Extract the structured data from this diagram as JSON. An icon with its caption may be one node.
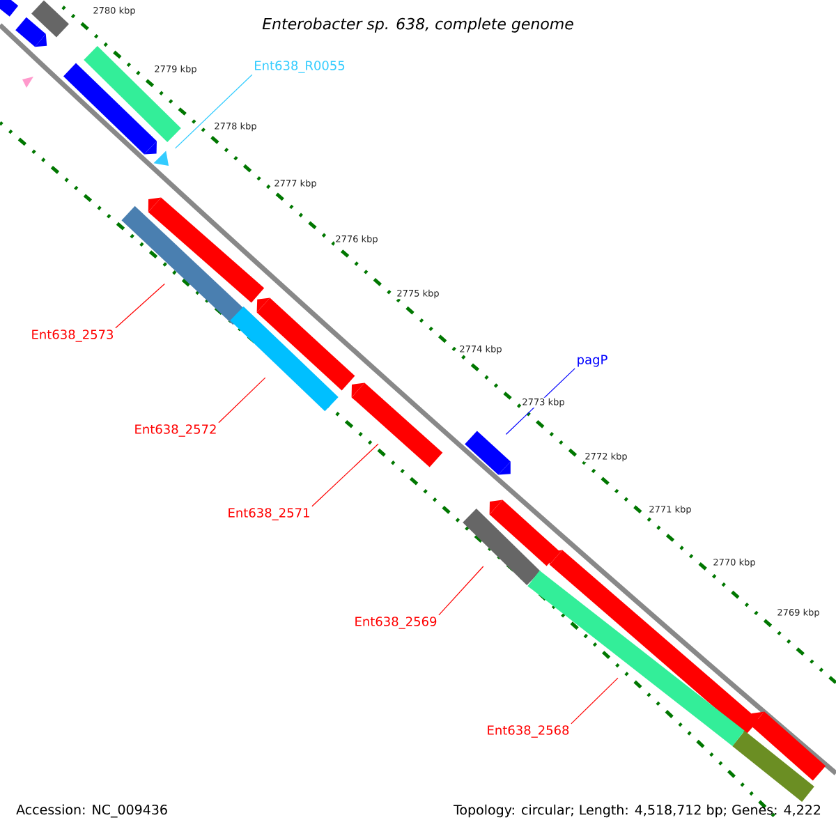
{
  "diagram": {
    "title": "Enterobacter sp. 638, complete genome",
    "nodes": [
      {
        "text": [
          "Ent638_R0055"
        ]
      },
      {
        "text": [
          "Ent638_2573"
        ]
      },
      {
        "text": [
          "pagP"
        ]
      },
      {
        "text": [
          "Ent638_2572"
        ]
      },
      {
        "text": [
          "Ent638_2571"
        ]
      },
      {
        "text": [
          "Ent638_2569"
        ]
      },
      {
        "text": [
          "Ent638_2568"
        ]
      },
      {
        "text": [],
        "shape": "triangle"
      },
      {
        "text": [],
        "shape": "bar"
      },
      {
        "text": [],
        "shape": "bar"
      },
      {
        "text": [],
        "shape": "bar"
      },
      {
        "text": [],
        "shape": "bar"
      },
      {
        "text": [],
        "shape": "bar"
      },
      {
        "text": [],
        "shape": "bar"
      }
    ],
    "edges": [
      {
        "from": 0,
        "to": 7,
        "arrow": "none",
        "color": "#33ccff"
      },
      {
        "from": 1,
        "to": 8,
        "arrow": "none"
      },
      {
        "from": 2,
        "to": 11,
        "arrow": "none",
        "color": "#0000ff"
      },
      {
        "from": 3,
        "to": 9,
        "arrow": "none"
      },
      {
        "from": 4,
        "to": 10,
        "arrow": "none"
      },
      {
        "from": 5,
        "to": 12,
        "arrow": "none"
      },
      {
        "from": 6,
        "to": 13,
        "arrow": "none"
      }
    ],
    "labels": [
      "2780 kbp",
      "2779 kbp",
      "2778 kbp",
      "2777 kbp",
      "2776 kbp",
      "2775 kbp",
      "2774 kbp",
      "2773 kbp",
      "2772 kbp",
      "2771 kbp",
      "2770 kbp",
      "2769 kbp",
      "Accession: NC_009436",
      "Topology: circular; Length: 4,518,712 bp; Genes: 4,222"
    ]
  }
}
